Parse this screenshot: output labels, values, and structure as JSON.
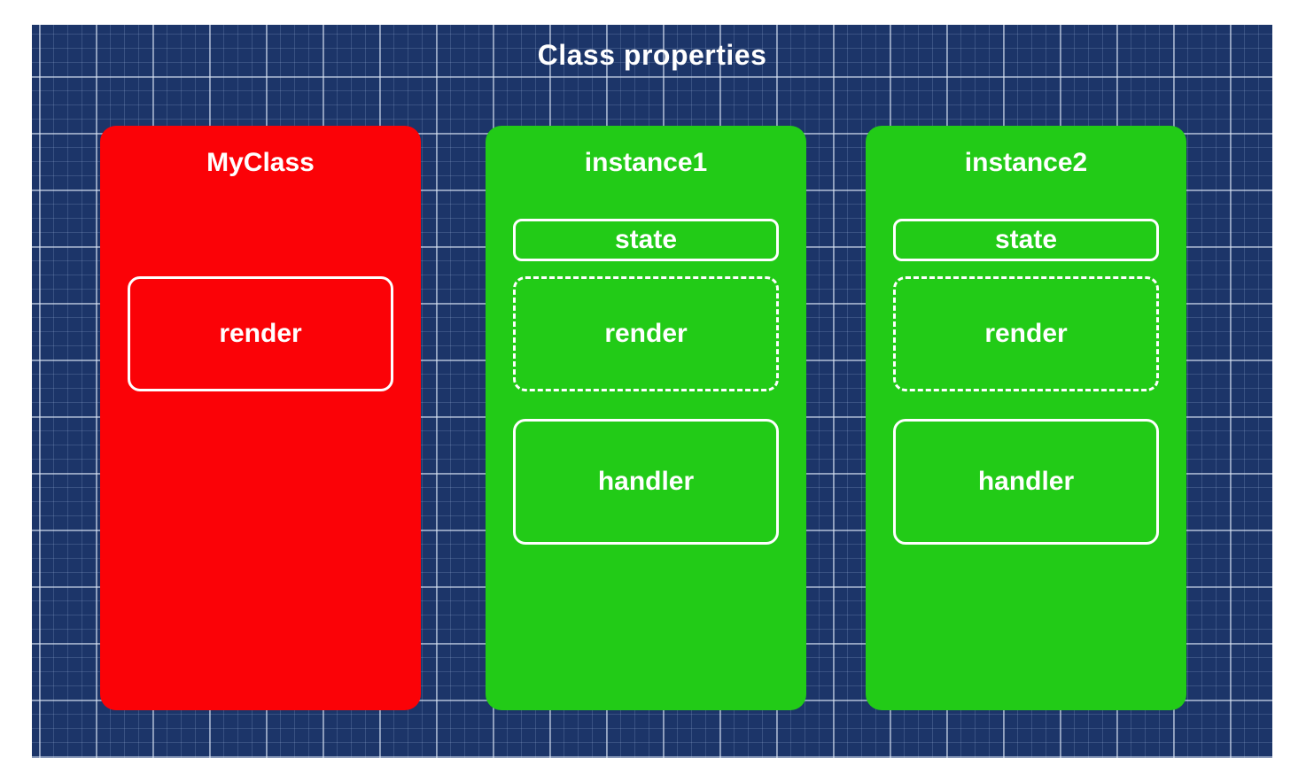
{
  "page": {
    "title": "Class properties"
  },
  "colors": {
    "page_background": "#ffffff",
    "blueprint_background": "#1c3569",
    "grid_minor_line": "rgba(173,195,230,0.20)",
    "grid_major_line": "rgba(222,231,245,0.55)",
    "class_card": "#fb0207",
    "instance_card": "#22cb17",
    "text_and_borders": "#ffffff"
  },
  "cards": [
    {
      "name": "MyClass",
      "kind": "class",
      "boxes": [
        {
          "label": "render",
          "border": "solid"
        }
      ]
    },
    {
      "name": "instance1",
      "kind": "instance",
      "boxes": [
        {
          "label": "state",
          "border": "solid"
        },
        {
          "label": "render",
          "border": "dashed"
        },
        {
          "label": "handler",
          "border": "solid"
        }
      ]
    },
    {
      "name": "instance2",
      "kind": "instance",
      "boxes": [
        {
          "label": "state",
          "border": "solid"
        },
        {
          "label": "render",
          "border": "dashed"
        },
        {
          "label": "handler",
          "border": "solid"
        }
      ]
    }
  ]
}
